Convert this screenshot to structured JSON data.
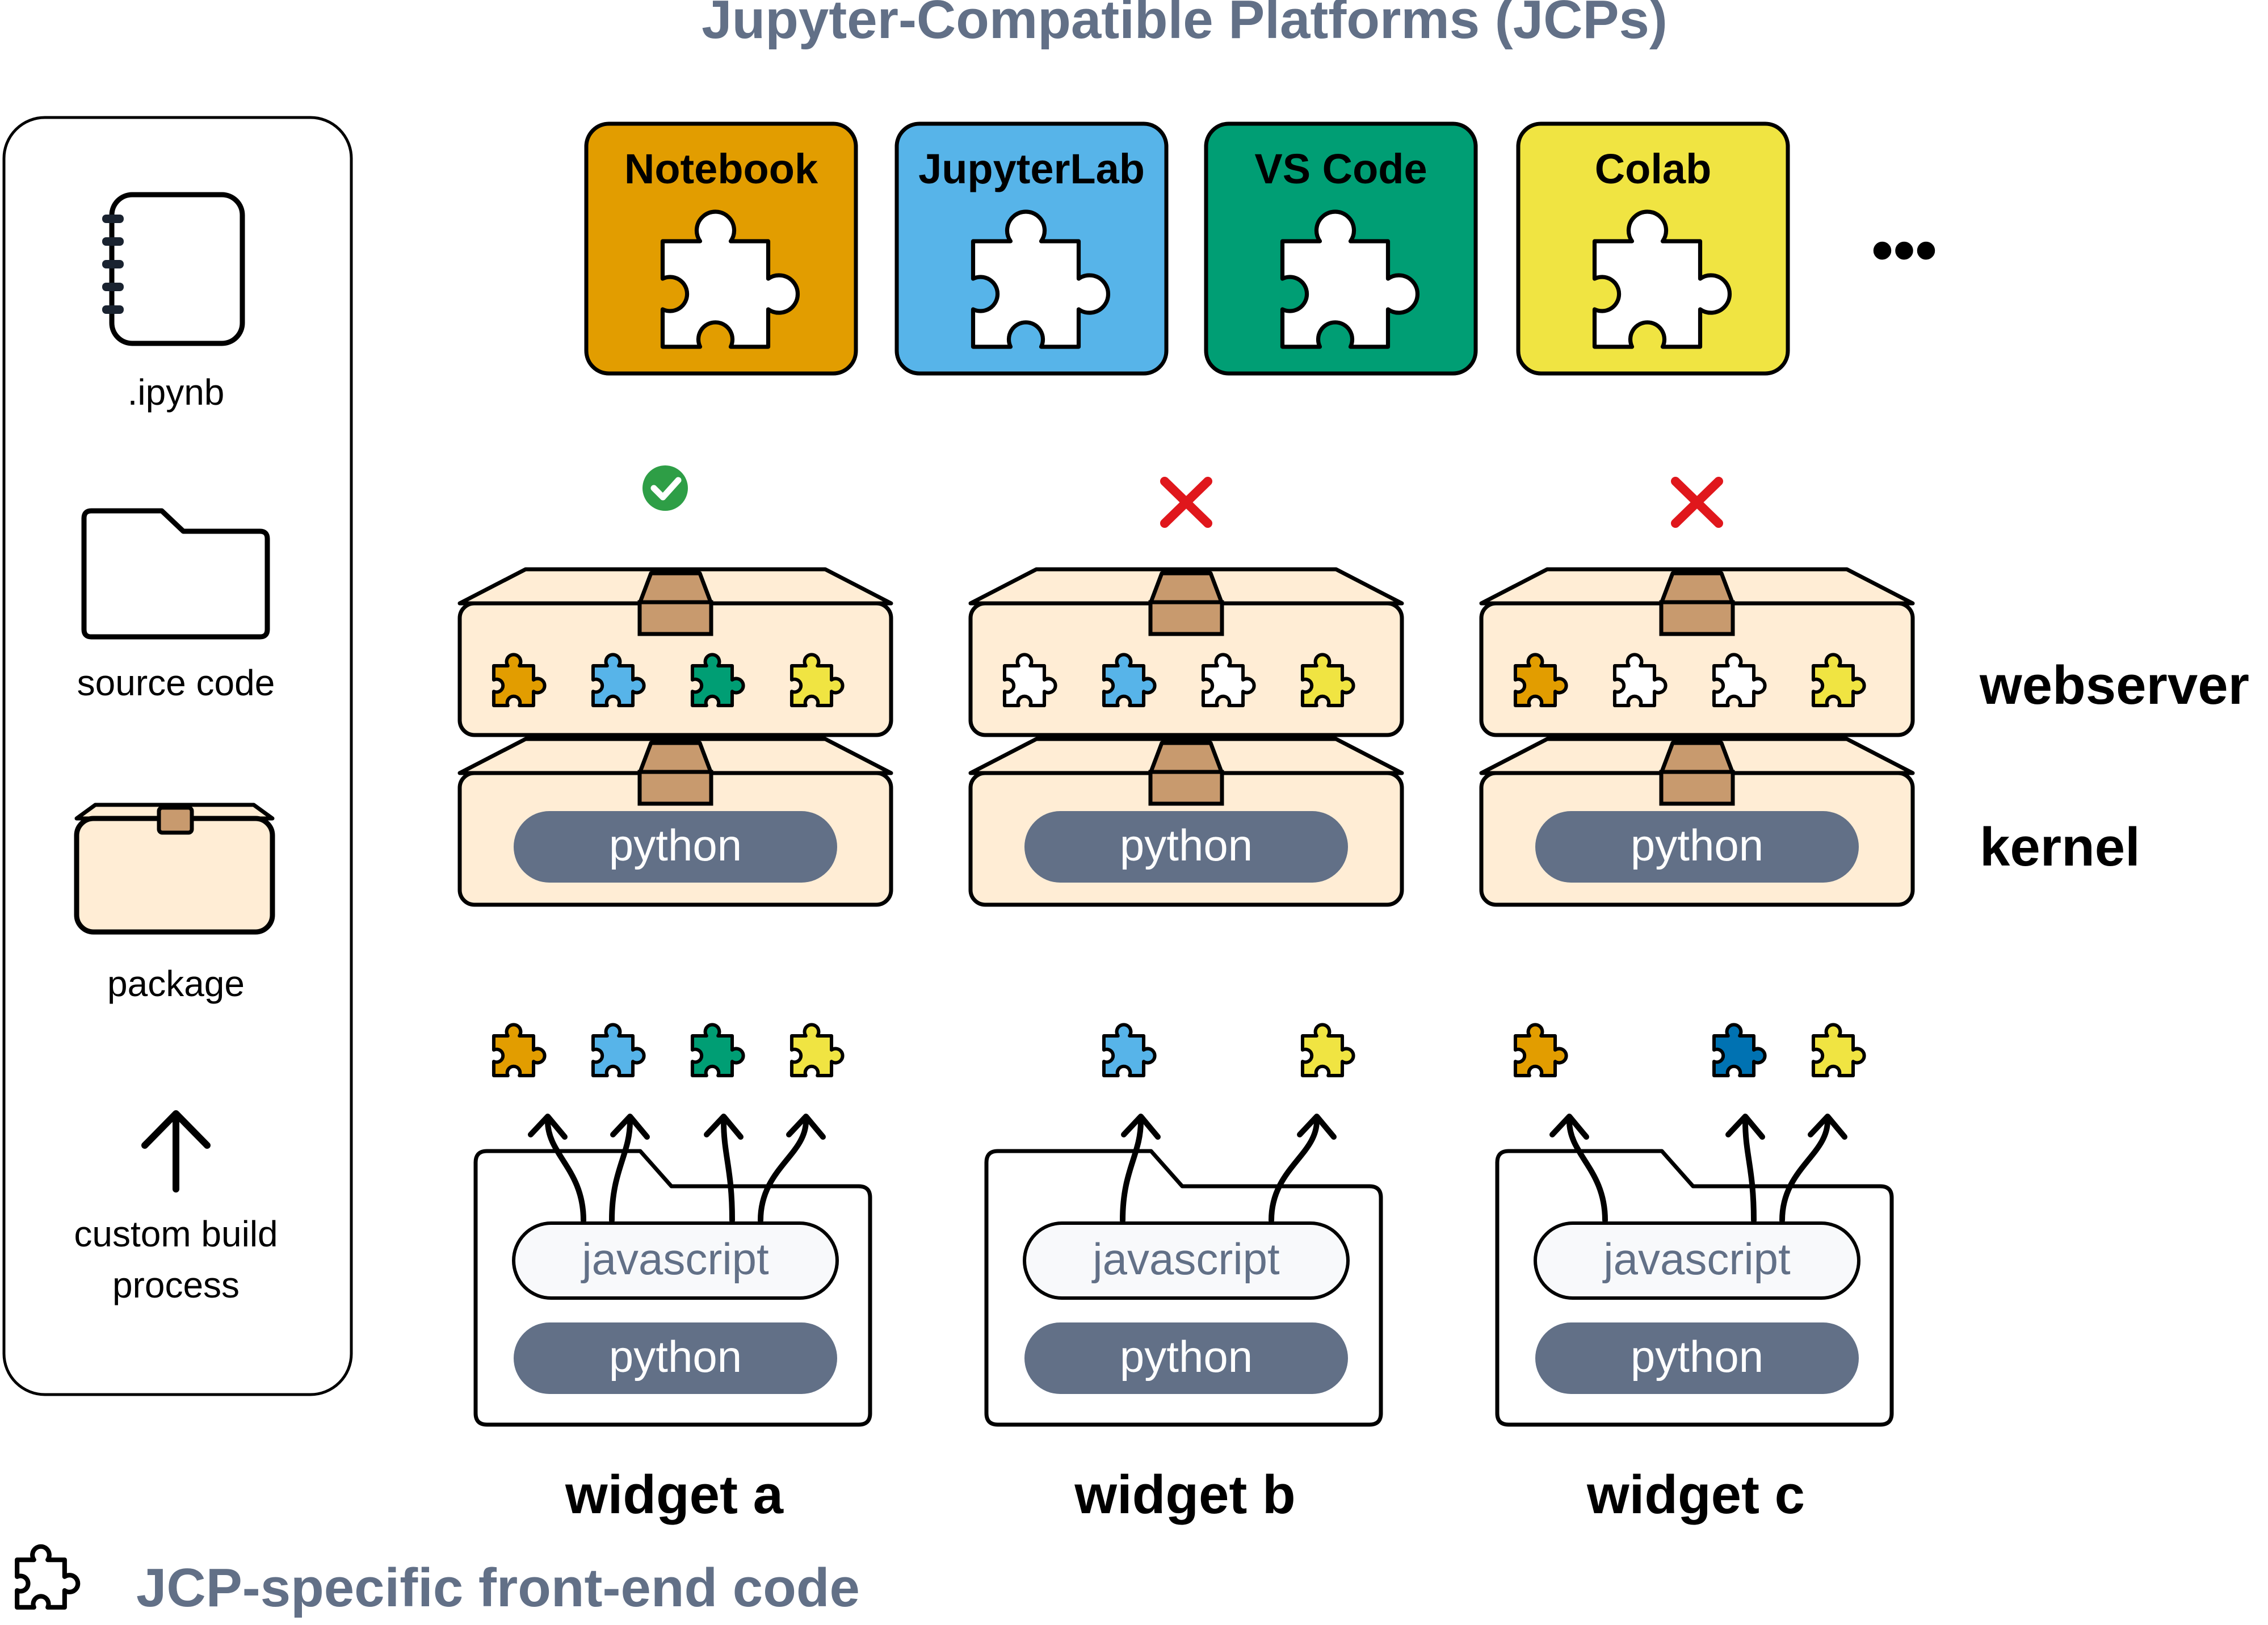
{
  "title": "Jupyter-Compatible Platforms (JCPs)",
  "legend_panel": {
    "items": [
      {
        "label": ".ipynb",
        "icon": "notebook-icon"
      },
      {
        "label": "source code",
        "icon": "folder-icon"
      },
      {
        "label": "package",
        "icon": "package-icon"
      },
      {
        "label_lines": [
          "custom build",
          "process"
        ],
        "icon": "up-arrow-icon"
      }
    ]
  },
  "platforms": [
    {
      "name": "Notebook",
      "color": "#E29D00"
    },
    {
      "name": "JupyterLab",
      "color": "#57B4E9"
    },
    {
      "name": "VS Code",
      "color": "#009E74"
    },
    {
      "name": "Colab",
      "color": "#F0E442"
    }
  ],
  "platforms_more": "•••",
  "widgets": [
    {
      "name": "widget a",
      "status": "compatible",
      "status_icon": "check-circle-icon",
      "webserver_pieces": [
        "#E29D00",
        "#57B4E9",
        "#009E74",
        "#F0E442"
      ],
      "kernel_label": "python",
      "source_pieces": [
        "#E29D00",
        "#57B4E9",
        "#009E74",
        "#F0E442"
      ],
      "source_langs": [
        "javascript",
        "python"
      ]
    },
    {
      "name": "widget b",
      "status": "incompatible",
      "status_icon": "red-x-icon",
      "webserver_pieces": [
        "#FFFFFF",
        "#57B4E9",
        "#FFFFFF",
        "#F0E442"
      ],
      "kernel_label": "python",
      "source_pieces": [
        "",
        "#57B4E9",
        "",
        "#F0E442"
      ],
      "source_langs": [
        "javascript",
        "python"
      ]
    },
    {
      "name": "widget c",
      "status": "incompatible",
      "status_icon": "red-x-icon",
      "webserver_pieces": [
        "#E29D00",
        "#FFFFFF",
        "#FFFFFF",
        "#F0E442"
      ],
      "kernel_label": "python",
      "source_pieces": [
        "#E29D00",
        "",
        "#0072B2",
        "#F0E442"
      ],
      "source_langs": [
        "javascript",
        "python"
      ]
    }
  ],
  "layer_labels": {
    "webserver": "webserver",
    "kernel": "kernel"
  },
  "footer_legend": {
    "label": "JCP-specific front-end code",
    "icon": "puzzle-piece-icon"
  },
  "colors": {
    "title": "#627087",
    "python_pill": "#627087",
    "js_pill": "#F8F9FB",
    "box_fill": "#FFEDD5",
    "tab_fill": "#C89A6E",
    "check": "#2E9E46",
    "cross": "#E0171C"
  }
}
